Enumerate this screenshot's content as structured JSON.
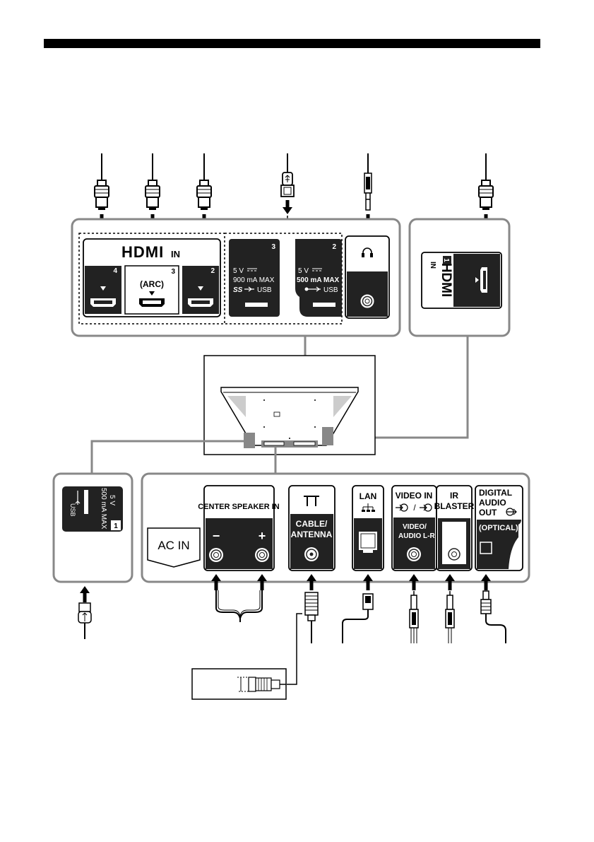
{
  "hdmi": {
    "logo": "HDMI",
    "in": "IN",
    "port4": "4",
    "port3": "3",
    "port2": "2",
    "arc": "(ARC)",
    "port1": "1"
  },
  "usb3": {
    "number": "3",
    "voltage": "5 V",
    "current": "900 mA MAX",
    "ss": "SS",
    "label": "USB"
  },
  "usb2": {
    "number": "2",
    "voltage": "5 V",
    "current": "500 mA MAX",
    "label": "USB"
  },
  "usb1": {
    "number": "1",
    "voltage": "5 V",
    "current": "500 mA MAX",
    "label": "USB"
  },
  "bottom": {
    "ac_in": "AC IN",
    "center_speaker": "CENTER SPEAKER IN",
    "minus": "−",
    "plus": "+",
    "cable_line1": "CABLE/",
    "cable_line2": "ANTENNA",
    "lan": "LAN",
    "video_in": "VIDEO IN",
    "video_audio_line1": "VIDEO/",
    "video_audio_line2": "AUDIO L-R",
    "ir_line1": "IR",
    "ir_line2": "BLASTER",
    "digital_line1": "DIGITAL",
    "digital_line2": "AUDIO",
    "digital_line3": "OUT",
    "optical": "(OPTICAL)"
  }
}
